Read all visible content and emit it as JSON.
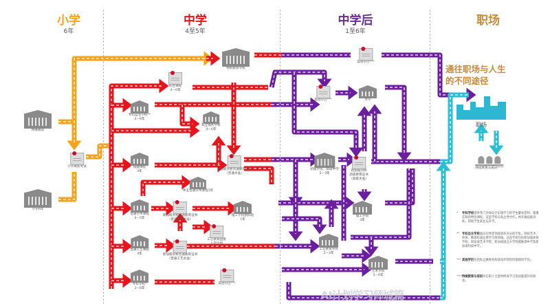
{
  "colors": {
    "primary": "#f7a21b",
    "secondary": "#e8141c",
    "post": "#6b1f9e",
    "work": "#2bbdd4",
    "career_text": "#c8893a"
  },
  "stages": [
    {
      "title": "小学",
      "sub": "6年",
      "color": "#f7a21b"
    },
    {
      "title": "中学",
      "sub": "4至5年",
      "color": "#e8141c"
    },
    {
      "title": "中学后",
      "sub": "1至6年",
      "color": "#6b2d91"
    },
    {
      "title": "职场",
      "sub": "",
      "color": "#c8893a"
    }
  ],
  "tagline": [
    "通往职场与人生",
    "的不同途径"
  ],
  "nodes": {
    "special_ed": [
      "特殊教育"
    ],
    "primary6": [
      "小学6年"
    ],
    "psle": [
      "小学离校考试"
    ],
    "special_school": [
      "特别教育学校"
    ],
    "integrated": [
      "综合课程",
      "4－6年"
    ],
    "specialised_indep": [
      "专科自主学校**",
      "4－6年"
    ],
    "private": [
      "私立福利学校",
      "4－6年"
    ],
    "express": [
      "快捷课程",
      "4年"
    ],
    "o_level": [
      "新加坡剑桥普通教育证书",
      "（普通水准）"
    ],
    "sec5": [
      "中五普通学术课程1年"
    ],
    "na_course": [
      "普通学术课程",
      "4－5年"
    ],
    "na_cert": [
      "新加坡剑桥普通教育证书",
      "（普通学术水准）"
    ],
    "poly_foundation": [
      "理工学院预科班",
      "1年"
    ],
    "ite_direct": [
      "工艺教育直接",
      "入学计划"
    ],
    "nt_course": [
      "普通工艺课程",
      "4年"
    ],
    "nt_cert": [
      "新加坡剑桥普通教育证书",
      "（普通工艺水准）"
    ],
    "specialised": [
      "专科学校*",
      "3－6年"
    ],
    "other_sec": [
      "其他学历***"
    ],
    "other_top": [
      "其他学历***"
    ],
    "other_mid": [
      "其他学历***"
    ],
    "university": [
      "大学"
    ],
    "jc": [
      "初级学院／高级中学",
      "2－3年"
    ],
    "a_level": [
      "新加坡剑桥",
      "高级教育证书",
      "（高级水准）"
    ],
    "poly": [
      "理工学院",
      "3年"
    ],
    "ite": [
      "工艺教育学院",
      "2－3年"
    ],
    "arts": [
      "艺术学院",
      "3－6年"
    ],
    "workplace": [
      "职场"
    ],
    "cet": [
      "持续教育与培训****"
    ]
  },
  "footnotes": [
    {
      "mark": "*",
      "title": "专科学校",
      "text": "提供专门为倾向于实践学习的学生量身定制、着重实践的特别课程。这些学校与私立界合作，并开展技能训练，帮助学生就业与升学。"
    },
    {
      "mark": "**",
      "title": "专科自主学校",
      "text": "面向在特定领域具有天分的学生，例如艺术、体育、数理科或应用学习等领域。这些学校包括新加坡体育学校、新加坡艺术学院、新加坡国立大学附属数理中学及新加坡科技中学。"
    },
    {
      "mark": "***",
      "title": "其他学历",
      "text": "包括私立教育机构或海外院校所颁授的学历。"
    },
    {
      "mark": "****",
      "title": "持续教育与培训",
      "text": "为在职人士提供终身学习及技能提升的机会。"
    }
  ],
  "watermark": "AI计划学习师城篇"
}
